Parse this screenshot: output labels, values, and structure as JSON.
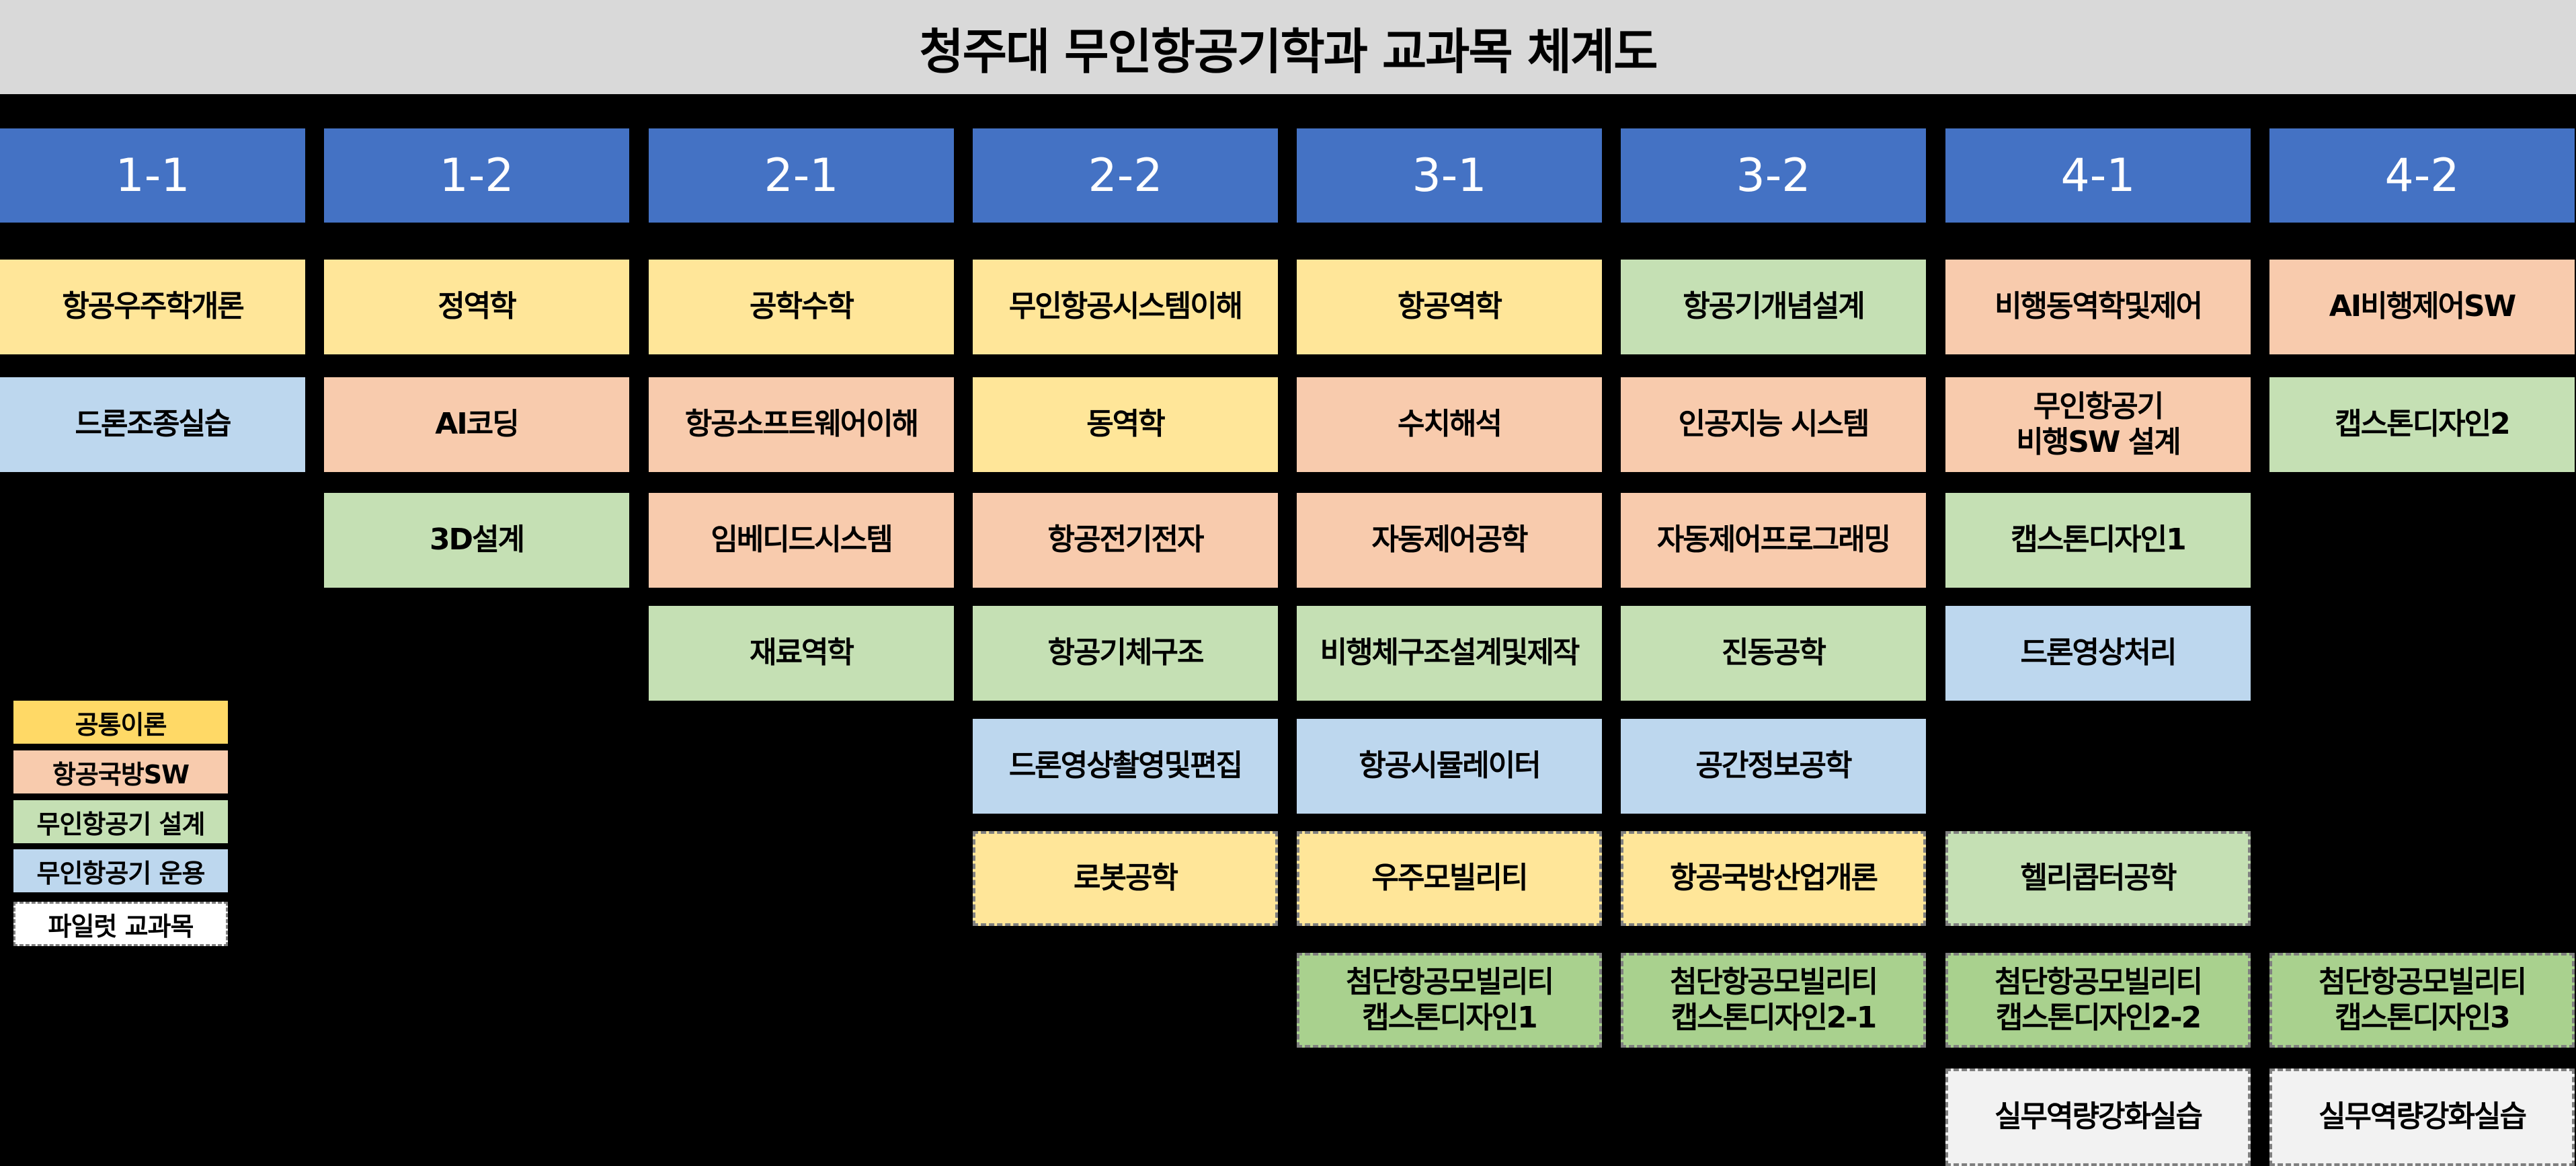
{
  "title": "청주대 무인항공기학과 교과목 체계도",
  "colors": {
    "title_bg": "#D9D9D9",
    "header_bg": "#4472C4",
    "common": "#FFE699",
    "legend_common": "#FFD966",
    "sw": "#F8CBAD",
    "design": "#C5E0B4",
    "operation": "#BDD7EE",
    "capstone": "#A9D18E",
    "pilot": "#F2F2F2",
    "background": "#000000"
  },
  "semesters": [
    "1-1",
    "1-2",
    "2-1",
    "2-2",
    "3-1",
    "3-2",
    "4-1",
    "4-2"
  ],
  "legend": [
    {
      "label": "공통이론",
      "category": "common"
    },
    {
      "label": "항공국방SW",
      "category": "sw"
    },
    {
      "label": "무인항공기 설계",
      "category": "design"
    },
    {
      "label": "무인항공기 운용",
      "category": "operation"
    },
    {
      "label": "파일럿 교과목",
      "category": "pilot"
    }
  ],
  "courses": {
    "s11": [
      {
        "name": "항공우주학개론",
        "category": "common"
      },
      {
        "name": "드론조종실습",
        "category": "operation"
      }
    ],
    "s12": [
      {
        "name": "정역학",
        "category": "common"
      },
      {
        "name": "AI코딩",
        "category": "sw"
      },
      {
        "name": "3D설계",
        "category": "design"
      }
    ],
    "s21": [
      {
        "name": "공학수학",
        "category": "common"
      },
      {
        "name": "항공소프트웨어이해",
        "category": "sw"
      },
      {
        "name": "임베디드시스템",
        "category": "sw"
      },
      {
        "name": "재료역학",
        "category": "design"
      }
    ],
    "s22": [
      {
        "name": "무인항공시스템이해",
        "category": "common"
      },
      {
        "name": "동역학",
        "category": "common"
      },
      {
        "name": "항공전기전자",
        "category": "sw"
      },
      {
        "name": "항공기체구조",
        "category": "design"
      },
      {
        "name": "드론영상촬영및편집",
        "category": "operation"
      },
      {
        "name": "로봇공학",
        "category": "common",
        "pilot": true
      }
    ],
    "s31": [
      {
        "name": "항공역학",
        "category": "common"
      },
      {
        "name": "수치해석",
        "category": "sw"
      },
      {
        "name": "자동제어공학",
        "category": "sw"
      },
      {
        "name": "비행체구조설계및제작",
        "category": "design"
      },
      {
        "name": "항공시뮬레이터",
        "category": "operation"
      },
      {
        "name": "우주모빌리티",
        "category": "common",
        "pilot": true
      },
      {
        "name": "첨단항공모빌리티\n캡스톤디자인1",
        "category": "capstone",
        "pilot": true
      }
    ],
    "s32": [
      {
        "name": "항공기개념설계",
        "category": "design"
      },
      {
        "name": "인공지능 시스템",
        "category": "sw"
      },
      {
        "name": "자동제어프로그래밍",
        "category": "sw"
      },
      {
        "name": "진동공학",
        "category": "design"
      },
      {
        "name": "공간정보공학",
        "category": "operation"
      },
      {
        "name": "항공국방산업개론",
        "category": "common",
        "pilot": true
      },
      {
        "name": "첨단항공모빌리티\n캡스톤디자인2-1",
        "category": "capstone",
        "pilot": true
      }
    ],
    "s41": [
      {
        "name": "비행동역학및제어",
        "category": "sw"
      },
      {
        "name": "무인항공기\n비행SW 설계",
        "category": "sw"
      },
      {
        "name": "캡스톤디자인1",
        "category": "design"
      },
      {
        "name": "드론영상처리",
        "category": "operation"
      },
      {
        "name": "헬리콥터공학",
        "category": "design",
        "pilot": true
      },
      {
        "name": "첨단항공모빌리티\n캡스톤디자인2-2",
        "category": "capstone",
        "pilot": true
      },
      {
        "name": "실무역량강화실습",
        "category": "pilot",
        "pilot": true
      }
    ],
    "s42": [
      {
        "name": "AI비행제어SW",
        "category": "sw"
      },
      {
        "name": "캡스톤디자인2",
        "category": "design"
      },
      {
        "name": "첨단항공모빌리티\n캡스톤디자인3",
        "category": "capstone",
        "pilot": true
      },
      {
        "name": "실무역량강화실습",
        "category": "pilot",
        "pilot": true
      }
    ]
  }
}
